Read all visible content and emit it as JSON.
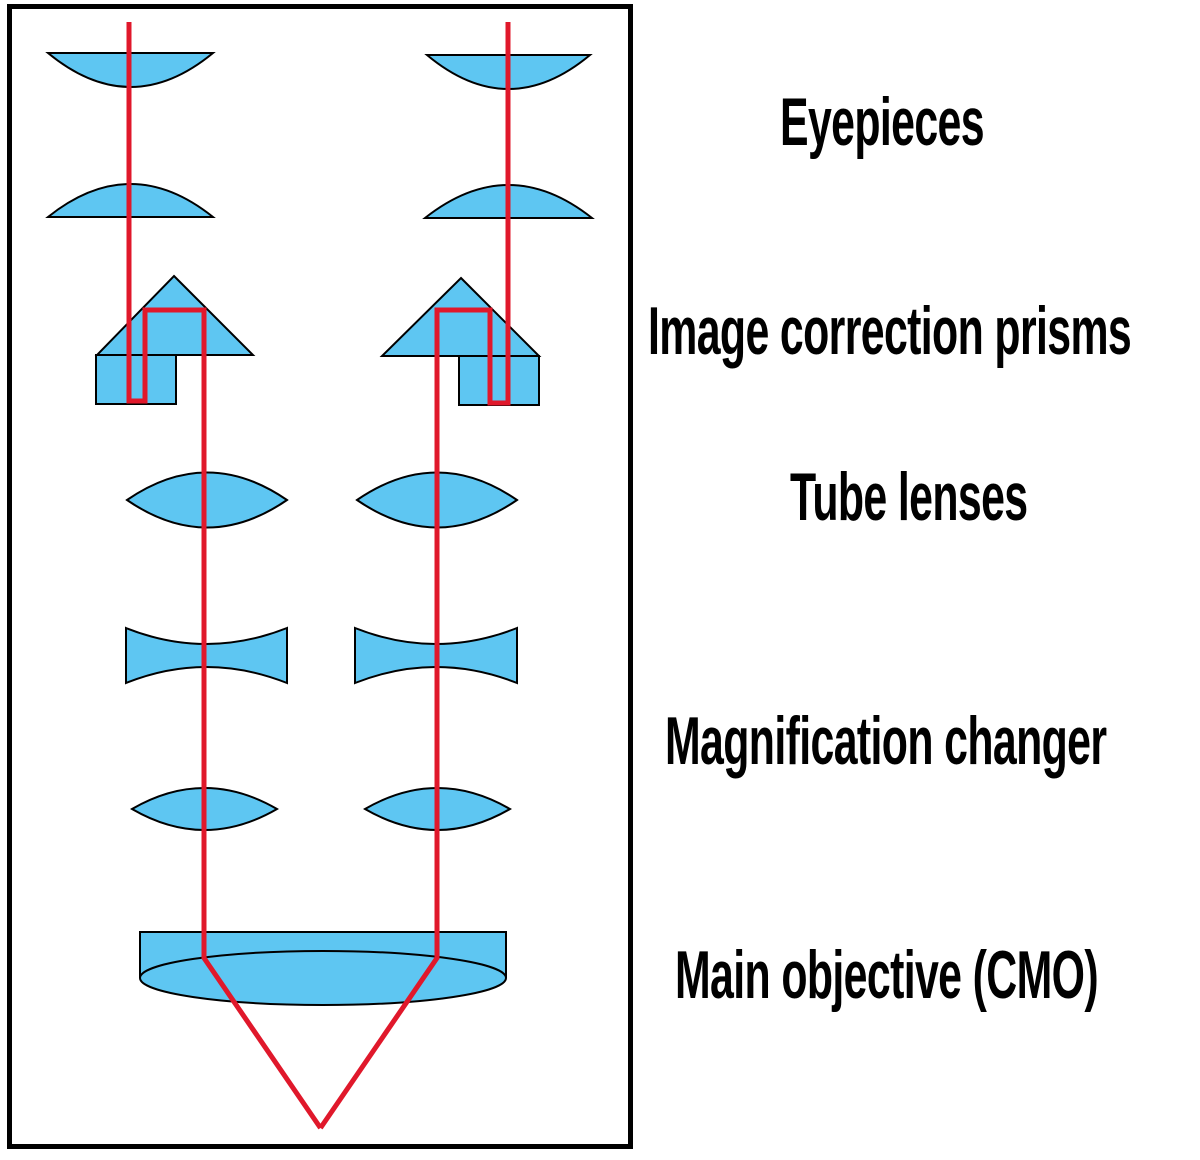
{
  "diagram": {
    "labels": [
      "Eyepieces",
      "Image correction prisms",
      "Tube lenses",
      "Magnification changer",
      "Main objective (CMO)"
    ],
    "colors": {
      "lens_fill": "#5EC6F2",
      "ray": "#E0182B",
      "outline": "#000000",
      "border": "#000000",
      "background": "#FFFFFF"
    }
  }
}
